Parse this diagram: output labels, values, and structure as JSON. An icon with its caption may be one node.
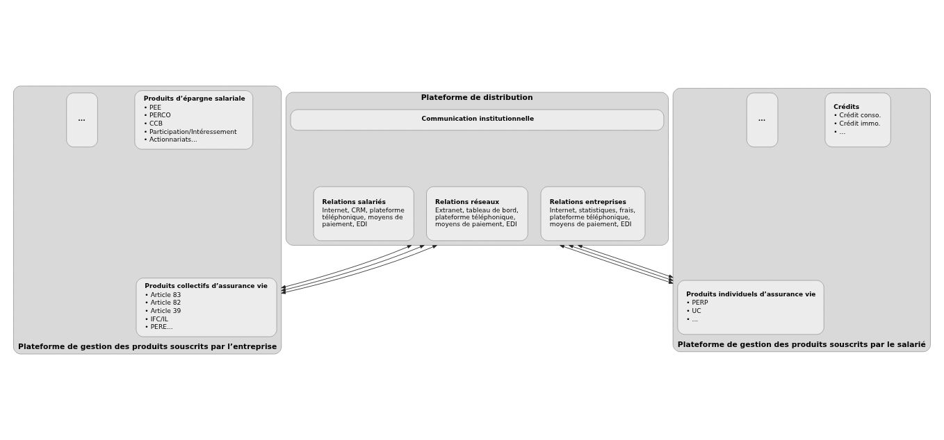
{
  "diagram": {
    "nodes": [
      {
        "text": [
          "Plateforme de distribution"
        ]
      },
      {
        "text": [
          "Communication institutionnelle"
        ],
        "in": 0
      },
      {
        "text": [
          "Relations salariés",
          "Internet, CRM, plateforme téléphonique, moyens de paiement, EDI"
        ],
        "in": 0
      },
      {
        "text": [
          "Relations réseaux",
          "Extranet, tableau de bord, plateforme téléphonique, moyens de paiement, EDI"
        ],
        "in": 0
      },
      {
        "text": [
          "Relations entreprises",
          "Internet, statistiques, frais, plateforme téléphonique, moyens de paiement, EDI"
        ],
        "in": 0
      },
      {
        "text": [
          "Plateforme de gestion des produits souscrits par l’entreprise"
        ]
      },
      {
        "text": [
          "Produits d’épargne salariale",
          "• PEE",
          "• PERCO",
          "• CCB",
          "• Participation/Intéressement",
          "• Actionnariats..."
        ],
        "in": 5
      },
      {
        "text": [
          "Produits collectifs d’assurance vie",
          "• Article 83",
          "• Article 82",
          "• Article 39",
          "• IFC/IL",
          "• PERE..."
        ],
        "in": 5
      },
      {
        "text": [
          "..."
        ],
        "in": 5
      },
      {
        "text": [
          "Plateforme de gestion des produits souscrits par le salarié"
        ]
      },
      {
        "text": [
          "Crédits",
          "• Crédit conso.",
          "• Crédit immo.",
          "• ..."
        ],
        "in": 9
      },
      {
        "text": [
          "Produits individuels d’assurance vie",
          "• PERP",
          "• UC",
          "• ..."
        ],
        "in": 9
      },
      {
        "text": [
          "..."
        ],
        "in": 9
      }
    ],
    "edges": [
      {
        "from": 0,
        "to": 5,
        "arrow": "both"
      },
      {
        "from": 0,
        "to": 5,
        "arrow": "both"
      },
      {
        "from": 0,
        "to": 5,
        "arrow": "both"
      },
      {
        "from": 0,
        "to": 9,
        "arrow": "both"
      },
      {
        "from": 0,
        "to": 9,
        "arrow": "both"
      },
      {
        "from": 0,
        "to": 9,
        "arrow": "both"
      }
    ]
  }
}
